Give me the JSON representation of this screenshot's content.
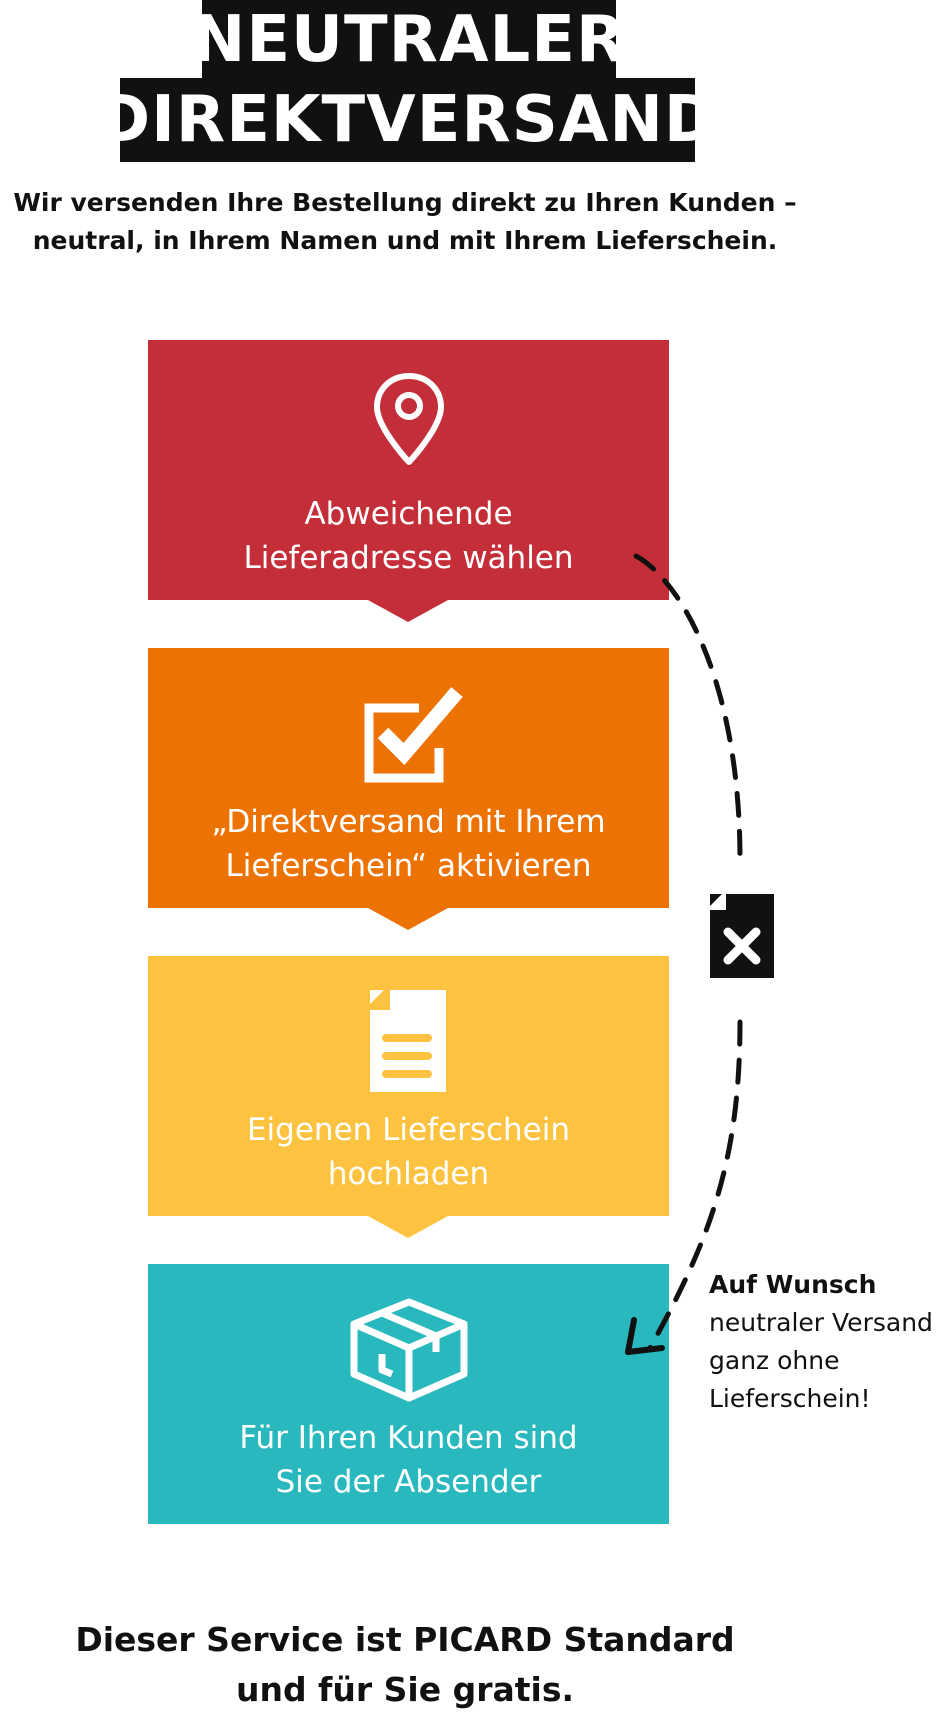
{
  "header": {
    "title_line1": "NEUTRALER",
    "title_line2": "DIREKTVERSAND",
    "subtitle_line1": "Wir versenden Ihre Bestellung direkt zu Ihren Kunden –",
    "subtitle_line2": "neutral, in Ihrem Namen und mit Ihrem Lieferschein."
  },
  "steps": [
    {
      "icon": "location-pin-icon",
      "color": "#c42e38",
      "line1": "Abweichende",
      "line2": "Lieferadresse wählen"
    },
    {
      "icon": "checkbox-icon",
      "color": "#ed7204",
      "line1": "„Direktversand mit Ihrem",
      "line2": "Lieferschein“ aktivieren"
    },
    {
      "icon": "document-icon",
      "color": "#fcc240",
      "line1": "Eigenen Lieferschein",
      "line2": "hochladen"
    },
    {
      "icon": "package-box-icon",
      "color": "#28b8bd",
      "line1": "Für Ihren Kunden sind",
      "line2": "Sie der Absender"
    }
  ],
  "side_note": {
    "icon": "no-document-icon",
    "bold": "Auf Wunsch",
    "line1": "neutraler Versand",
    "line2": "ganz ohne",
    "line3": "Lieferschein!"
  },
  "footer": {
    "line1": "Dieser Service ist PICARD Standard",
    "line2": "und für Sie gratis."
  }
}
